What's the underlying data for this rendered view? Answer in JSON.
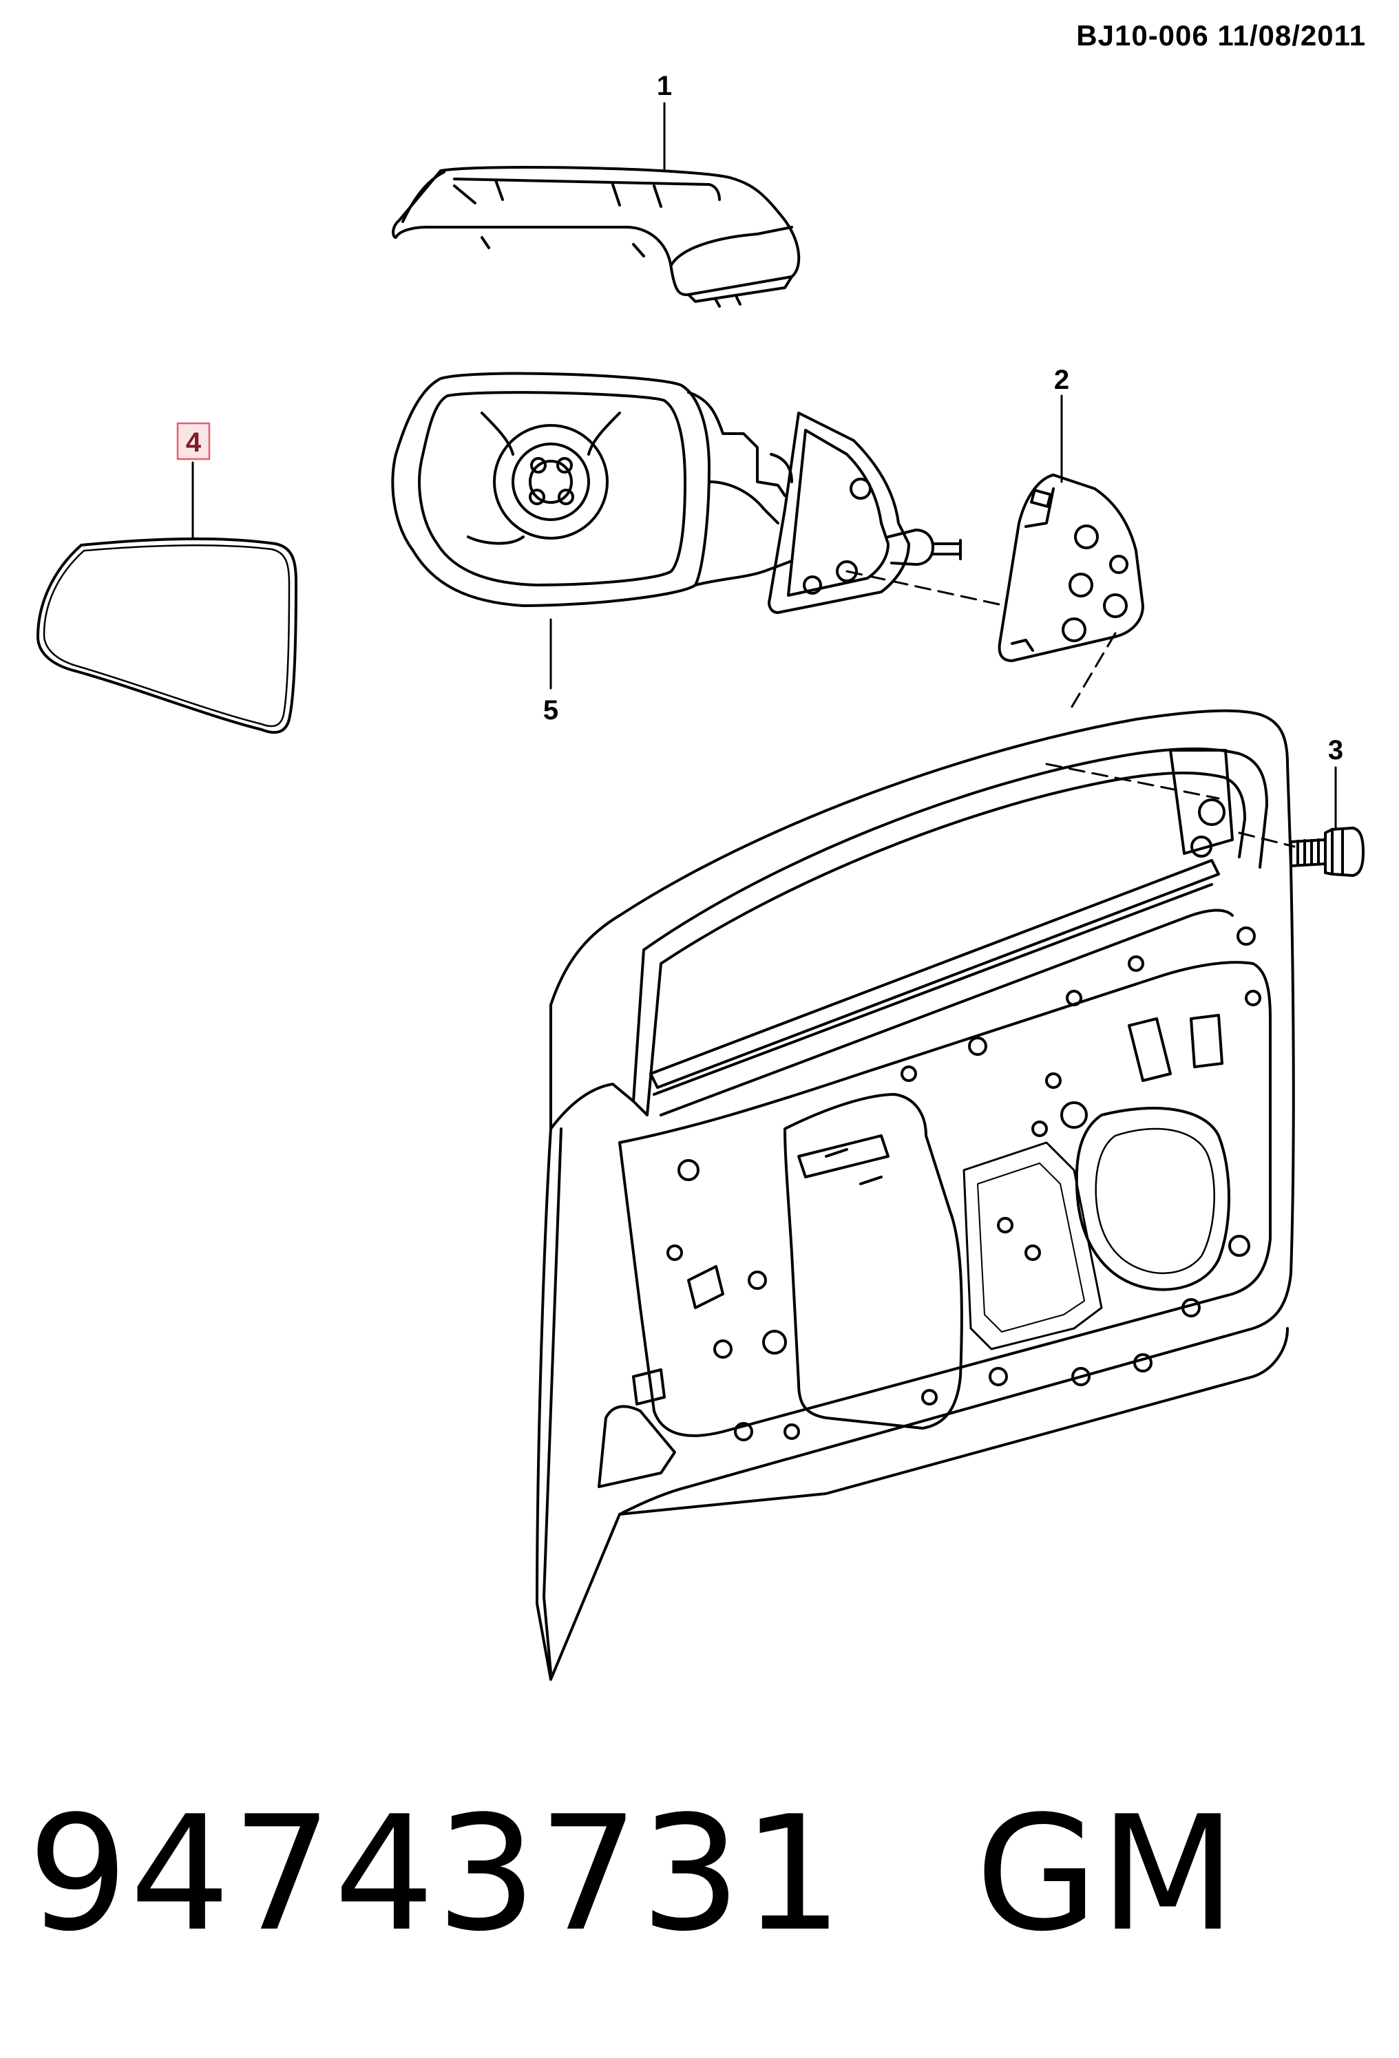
{
  "header": {
    "code": "BJ10-006  11/08/2011"
  },
  "callouts": [
    {
      "id": "1",
      "label": "1"
    },
    {
      "id": "2",
      "label": "2"
    },
    {
      "id": "3",
      "label": "3"
    },
    {
      "id": "4",
      "label": "4"
    },
    {
      "id": "5",
      "label": "5"
    }
  ],
  "footer": {
    "part_number": "94743731",
    "brand": "GM"
  },
  "colors": {
    "line": "#000000",
    "highlight_box": "#e06070",
    "highlight_fill": "#fbe4e6"
  }
}
